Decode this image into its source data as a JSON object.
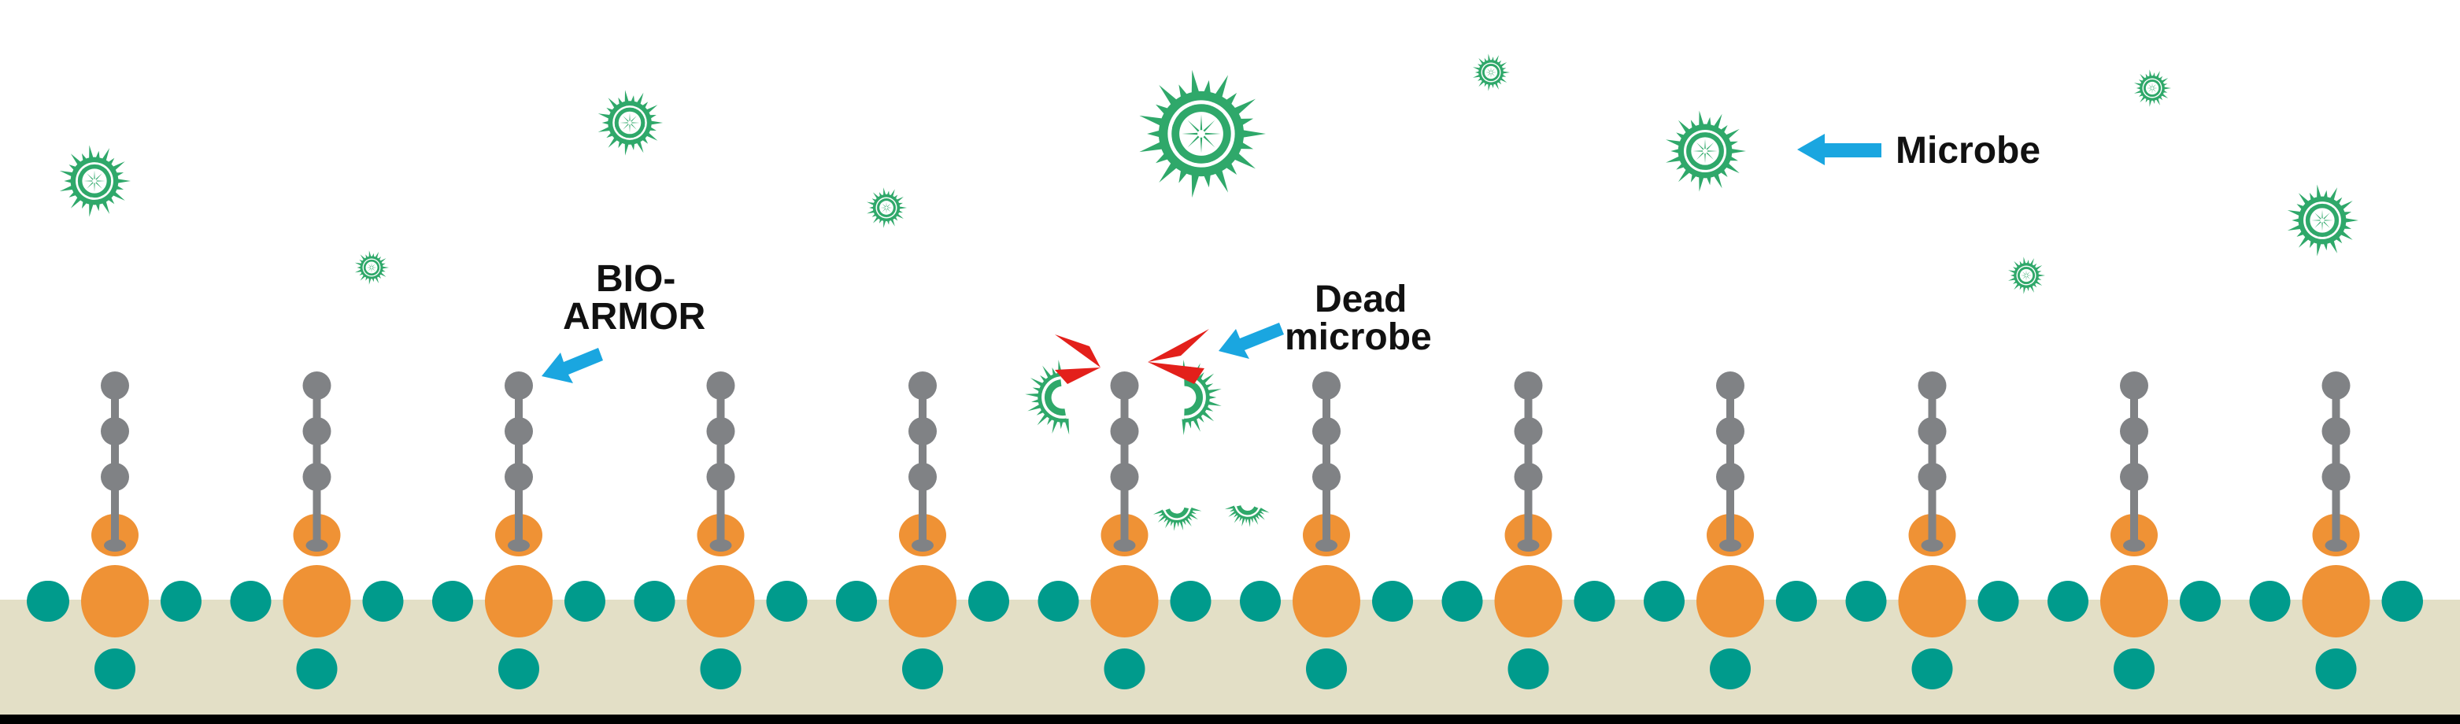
{
  "labels": {
    "microbe": "Microbe",
    "bio_armor_line1": "BIO-",
    "bio_armor_line2": "ARMOR",
    "dead_line1": "Dead",
    "dead_line2": "microbe"
  },
  "colors": {
    "microbe_green": "#2fa86a",
    "arrow_blue": "#1aa6e0",
    "stalk_gray": "#808285",
    "orange_node": "#ef9235",
    "teal_node": "#009b8c",
    "surface": "#e3dfc6",
    "burst_red": "#e3201b",
    "bottom_bar": "#000000"
  },
  "bio_armor_count": 12
}
